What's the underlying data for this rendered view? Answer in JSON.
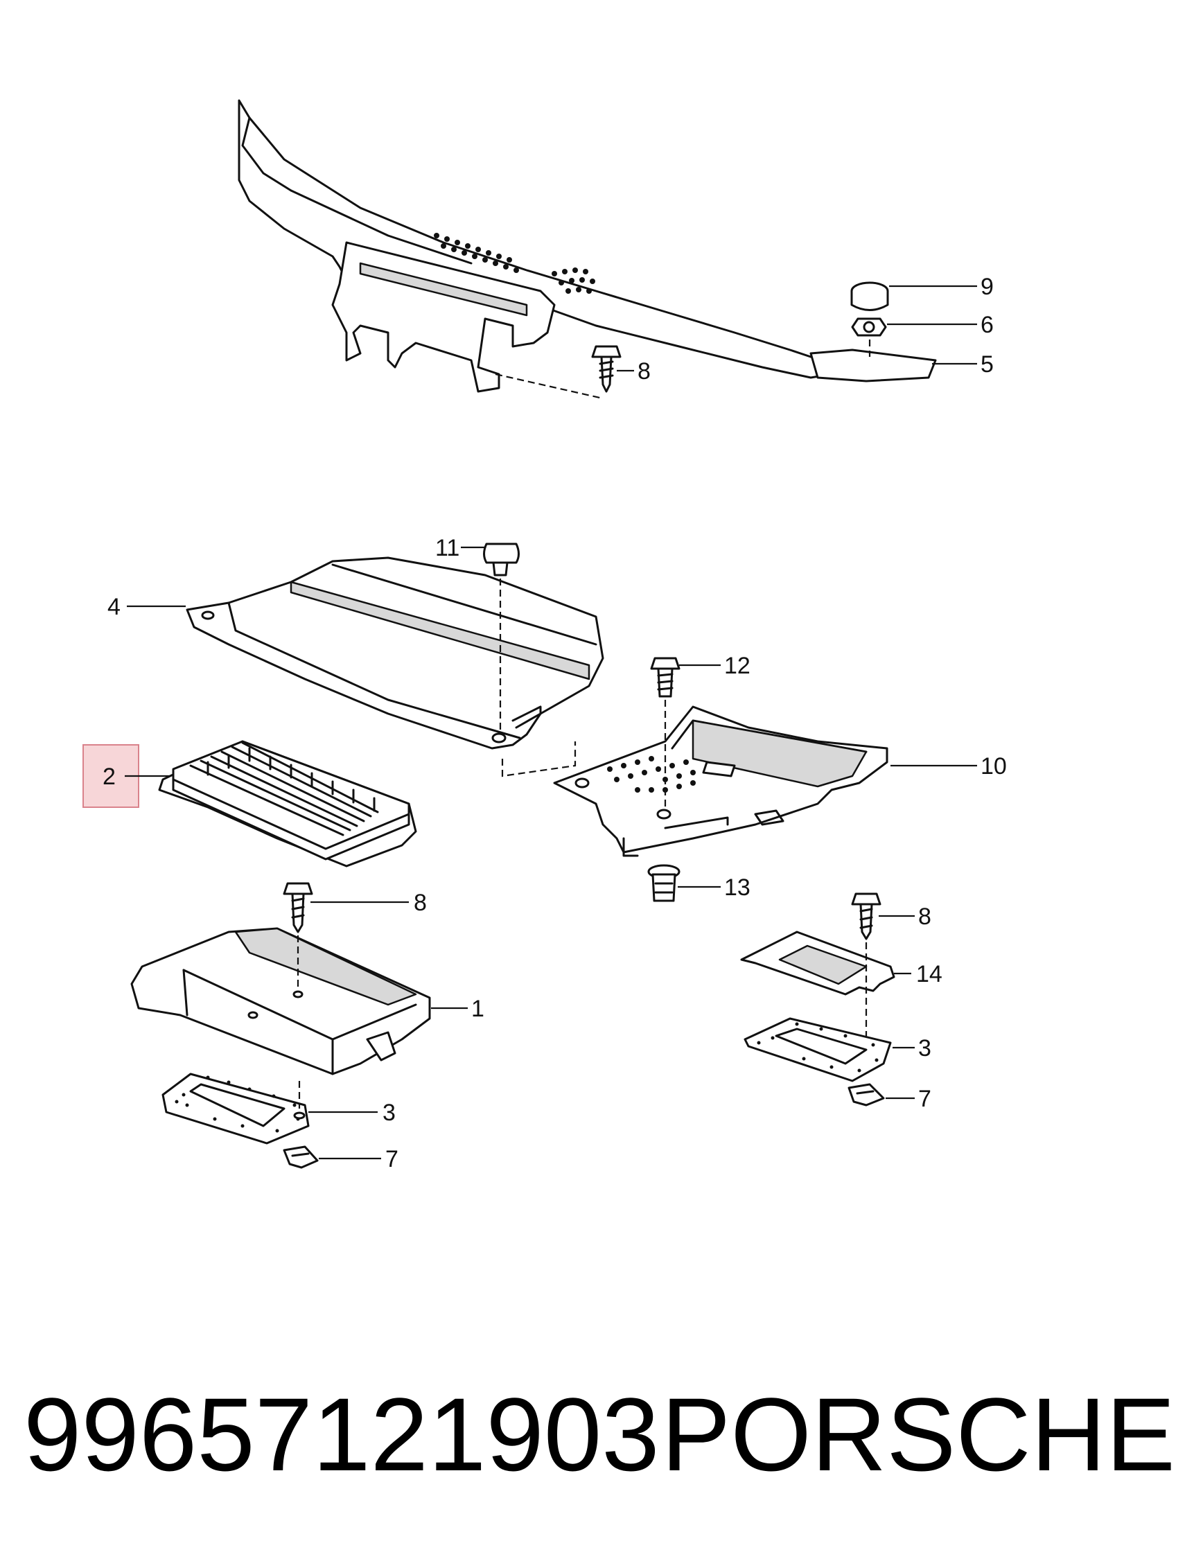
{
  "diagram": {
    "callouts": {
      "c1": "1",
      "c2": "2",
      "c3a": "3",
      "c3b": "3",
      "c4": "4",
      "c5": "5",
      "c6": "6",
      "c7a": "7",
      "c7b": "7",
      "c8a": "8",
      "c8b": "8",
      "c8c": "8",
      "c9": "9",
      "c10": "10",
      "c11": "11",
      "c12": "12",
      "c13": "13",
      "c14": "14"
    },
    "highlight_color": "#f7d6d8",
    "highlight_border": "#d9828b"
  },
  "footer": {
    "part_number": "99657121903",
    "brand": "PORSCHE"
  }
}
